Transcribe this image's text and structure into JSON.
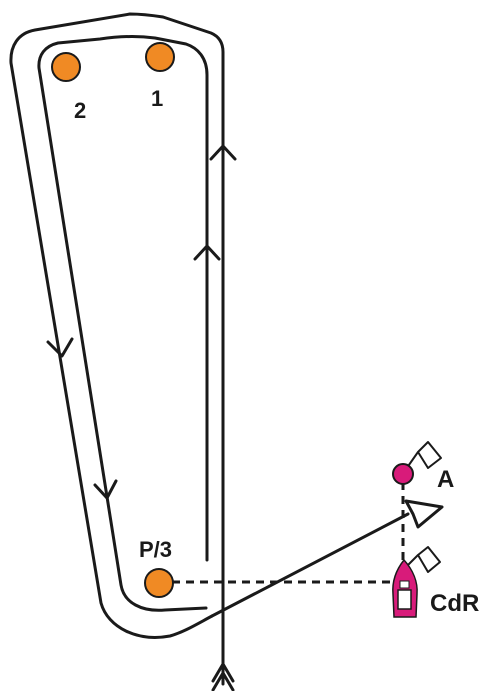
{
  "colors": {
    "line": "#1a1a1a",
    "mark": "#f08a24",
    "mark_outline": "#1a1a1a",
    "committee": "#d81b7a",
    "background": "#ffffff"
  },
  "marks": [
    {
      "id": "mark-2",
      "label": "2"
    },
    {
      "id": "mark-1",
      "label": "1"
    },
    {
      "id": "mark-p3",
      "label": "P/3"
    }
  ],
  "start_line": {
    "pin_label": "A",
    "committee_boat_label": "CdR",
    "line_style": "dashed"
  },
  "icons": [
    "flag-icon",
    "committee-boat-icon",
    "direction-arrow-icon"
  ]
}
